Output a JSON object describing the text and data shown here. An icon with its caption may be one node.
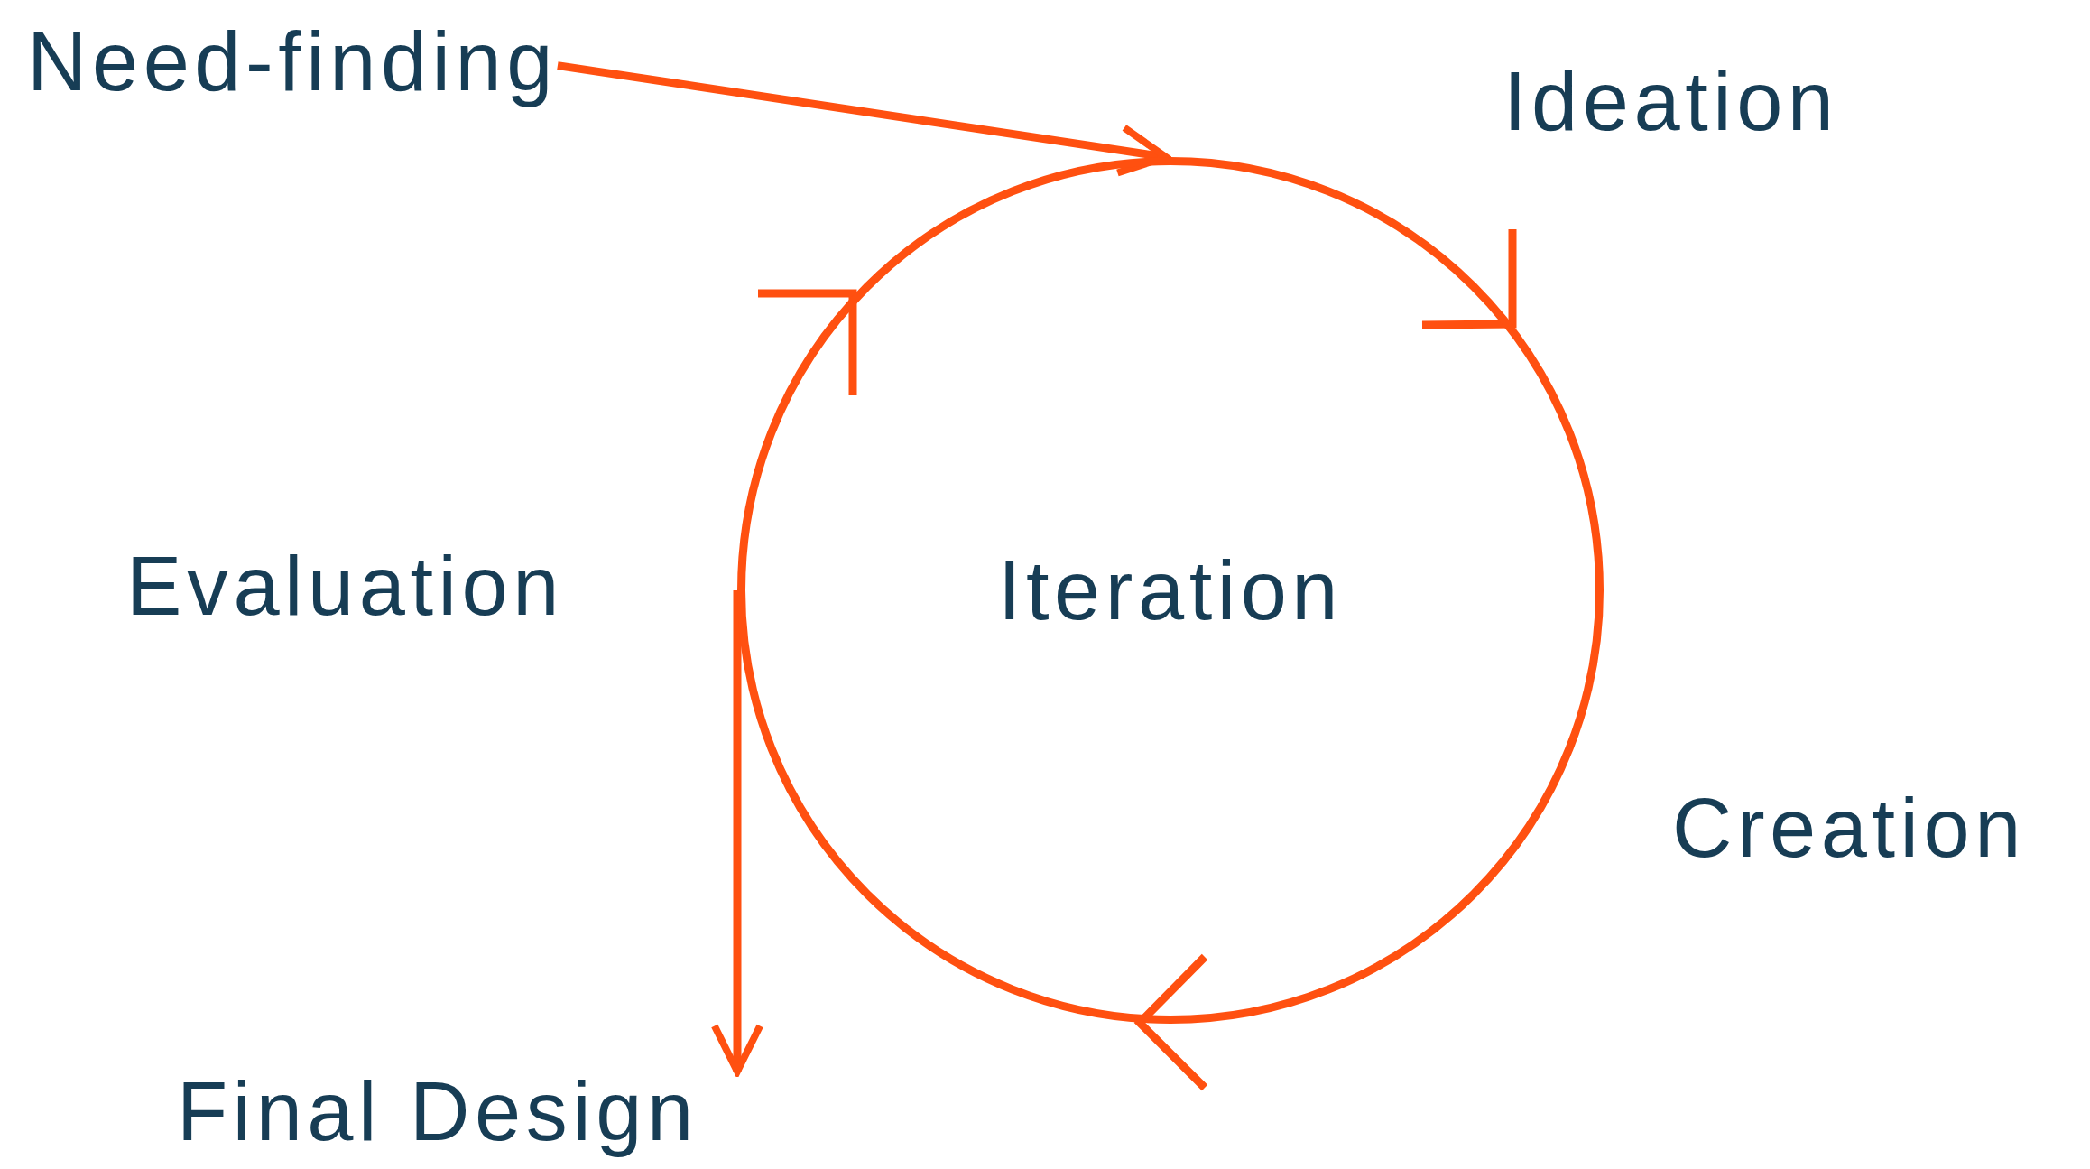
{
  "diagram": {
    "nodes": [
      {
        "text": [
          "Need-finding"
        ]
      },
      {
        "text": [
          "Iteration"
        ]
      },
      {
        "text": [
          "Final Design"
        ]
      }
    ],
    "edges": [
      {
        "from": 0,
        "to": 1,
        "arrow": "to"
      },
      {
        "from": 1,
        "to": 2,
        "arrow": "to"
      }
    ],
    "labels": [
      "Ideation",
      "Evaluation",
      "Creation"
    ]
  }
}
